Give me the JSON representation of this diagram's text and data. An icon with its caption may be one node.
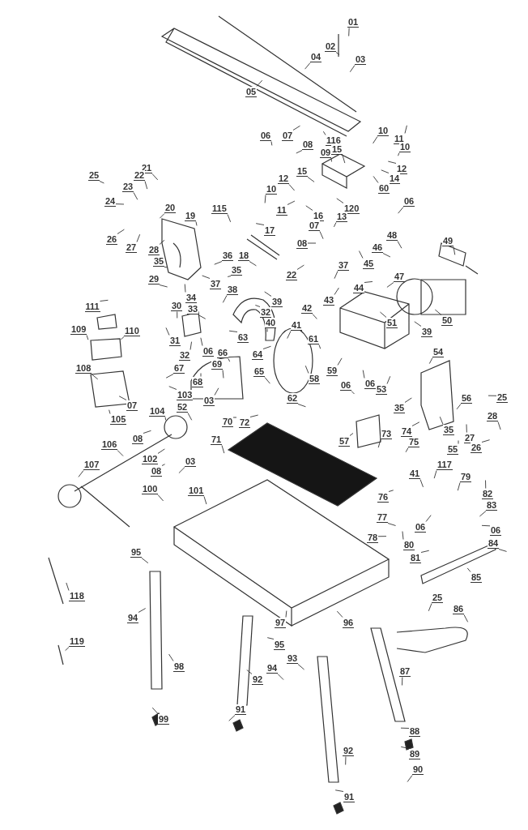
{
  "diagram": {
    "nodes": [
      {
        "text": [
          "01"
        ]
      },
      {
        "text": [
          "02"
        ]
      },
      {
        "text": [
          "04"
        ]
      },
      {
        "text": [
          "03"
        ]
      },
      {
        "text": [
          "05"
        ]
      },
      {
        "text": [
          "06"
        ]
      },
      {
        "text": [
          "07"
        ]
      },
      {
        "text": [
          "08"
        ]
      },
      {
        "text": [
          "116"
        ]
      },
      {
        "text": [
          "10"
        ]
      },
      {
        "text": [
          "11"
        ]
      },
      {
        "text": [
          "09"
        ]
      },
      {
        "text": [
          "15"
        ]
      },
      {
        "text": [
          "10"
        ]
      },
      {
        "text": [
          "12"
        ]
      },
      {
        "text": [
          "15"
        ]
      },
      {
        "text": [
          "12"
        ]
      },
      {
        "text": [
          "14"
        ]
      },
      {
        "text": [
          "10"
        ]
      },
      {
        "text": [
          "60"
        ]
      },
      {
        "text": [
          "06"
        ]
      },
      {
        "text": [
          "11"
        ]
      },
      {
        "text": [
          "120"
        ]
      },
      {
        "text": [
          "13"
        ]
      },
      {
        "text": [
          "16"
        ]
      },
      {
        "text": [
          "07"
        ]
      },
      {
        "text": [
          "08"
        ]
      },
      {
        "text": [
          "21"
        ]
      },
      {
        "text": [
          "22"
        ]
      },
      {
        "text": [
          "23"
        ]
      },
      {
        "text": [
          "25"
        ]
      },
      {
        "text": [
          "24"
        ]
      },
      {
        "text": [
          "20"
        ]
      },
      {
        "text": [
          "19"
        ]
      },
      {
        "text": [
          "115"
        ]
      },
      {
        "text": [
          "17"
        ]
      },
      {
        "text": [
          "26"
        ]
      },
      {
        "text": [
          "27"
        ]
      },
      {
        "text": [
          "28"
        ]
      },
      {
        "text": [
          "18"
        ]
      },
      {
        "text": [
          "36"
        ]
      },
      {
        "text": [
          "35"
        ]
      },
      {
        "text": [
          "35"
        ]
      },
      {
        "text": [
          "22"
        ]
      },
      {
        "text": [
          "37"
        ]
      },
      {
        "text": [
          "45"
        ]
      },
      {
        "text": [
          "46"
        ]
      },
      {
        "text": [
          "48"
        ]
      },
      {
        "text": [
          "49"
        ]
      },
      {
        "text": [
          "29"
        ]
      },
      {
        "text": [
          "37"
        ]
      },
      {
        "text": [
          "44"
        ]
      },
      {
        "text": [
          "47"
        ]
      },
      {
        "text": [
          "43"
        ]
      },
      {
        "text": [
          "38"
        ]
      },
      {
        "text": [
          "34"
        ]
      },
      {
        "text": [
          "30"
        ]
      },
      {
        "text": [
          "33"
        ]
      },
      {
        "text": [
          "39"
        ]
      },
      {
        "text": [
          "32"
        ]
      },
      {
        "text": [
          "42"
        ]
      },
      {
        "text": [
          "111"
        ]
      },
      {
        "text": [
          "40"
        ]
      },
      {
        "text": [
          "41"
        ]
      },
      {
        "text": [
          "51"
        ]
      },
      {
        "text": [
          "50"
        ]
      },
      {
        "text": [
          "109"
        ]
      },
      {
        "text": [
          "110"
        ]
      },
      {
        "text": [
          "61"
        ]
      },
      {
        "text": [
          "39"
        ]
      },
      {
        "text": [
          "31"
        ]
      },
      {
        "text": [
          "32"
        ]
      },
      {
        "text": [
          "06"
        ]
      },
      {
        "text": [
          "63"
        ]
      },
      {
        "text": [
          "64"
        ]
      },
      {
        "text": [
          "66"
        ]
      },
      {
        "text": [
          "54"
        ]
      },
      {
        "text": [
          "69"
        ]
      },
      {
        "text": [
          "108"
        ]
      },
      {
        "text": [
          "67"
        ]
      },
      {
        "text": [
          "58"
        ]
      },
      {
        "text": [
          "59"
        ]
      },
      {
        "text": [
          "68"
        ]
      },
      {
        "text": [
          "65"
        ]
      },
      {
        "text": [
          "06"
        ]
      },
      {
        "text": [
          "53"
        ]
      },
      {
        "text": [
          "06"
        ]
      },
      {
        "text": [
          "103"
        ]
      },
      {
        "text": [
          "62"
        ]
      },
      {
        "text": [
          "25"
        ]
      },
      {
        "text": [
          "03"
        ]
      },
      {
        "text": [
          "07"
        ]
      },
      {
        "text": [
          "35"
        ]
      },
      {
        "text": [
          "56"
        ]
      },
      {
        "text": [
          "104"
        ]
      },
      {
        "text": [
          "52"
        ]
      },
      {
        "text": [
          "28"
        ]
      },
      {
        "text": [
          "105"
        ]
      },
      {
        "text": [
          "70"
        ]
      },
      {
        "text": [
          "72"
        ]
      },
      {
        "text": [
          "35"
        ]
      },
      {
        "text": [
          "27"
        ]
      },
      {
        "text": [
          "08"
        ]
      },
      {
        "text": [
          "71"
        ]
      },
      {
        "text": [
          "57"
        ]
      },
      {
        "text": [
          "73"
        ]
      },
      {
        "text": [
          "74"
        ]
      },
      {
        "text": [
          "75"
        ]
      },
      {
        "text": [
          "106"
        ]
      },
      {
        "text": [
          "55"
        ]
      },
      {
        "text": [
          "26"
        ]
      },
      {
        "text": [
          "102"
        ]
      },
      {
        "text": [
          "03"
        ]
      },
      {
        "text": [
          "107"
        ]
      },
      {
        "text": [
          "08"
        ]
      },
      {
        "text": [
          "117"
        ]
      },
      {
        "text": [
          "41"
        ]
      },
      {
        "text": [
          "79"
        ]
      },
      {
        "text": [
          "100"
        ]
      },
      {
        "text": [
          "101"
        ]
      },
      {
        "text": [
          "82"
        ]
      },
      {
        "text": [
          "76"
        ]
      },
      {
        "text": [
          "83"
        ]
      },
      {
        "text": [
          "77"
        ]
      },
      {
        "text": [
          "06"
        ]
      },
      {
        "text": [
          "06"
        ]
      },
      {
        "text": [
          "78"
        ]
      },
      {
        "text": [
          "80"
        ]
      },
      {
        "text": [
          "84"
        ]
      },
      {
        "text": [
          "95"
        ]
      },
      {
        "text": [
          "81"
        ]
      },
      {
        "text": [
          "85"
        ]
      },
      {
        "text": [
          "118"
        ]
      },
      {
        "text": [
          "25"
        ]
      },
      {
        "text": [
          "86"
        ]
      },
      {
        "text": [
          "94"
        ]
      },
      {
        "text": [
          "97"
        ]
      },
      {
        "text": [
          "96"
        ]
      },
      {
        "text": [
          "95"
        ]
      },
      {
        "text": [
          "119"
        ]
      },
      {
        "text": [
          "93"
        ]
      },
      {
        "text": [
          "94"
        ]
      },
      {
        "text": [
          "98"
        ]
      },
      {
        "text": [
          "92"
        ]
      },
      {
        "text": [
          "87"
        ]
      },
      {
        "text": [
          "99"
        ]
      },
      {
        "text": [
          "91"
        ]
      },
      {
        "text": [
          "88"
        ]
      },
      {
        "text": [
          "89"
        ]
      },
      {
        "text": [
          "90"
        ]
      },
      {
        "text": [
          "92"
        ]
      },
      {
        "text": [
          "91"
        ]
      }
    ],
    "edges": [
      {
        "from": 0,
        "to": null,
        "arrow": "none"
      },
      {
        "from": 1,
        "to": null,
        "arrow": "none"
      },
      {
        "from": 2,
        "to": null,
        "arrow": "none"
      },
      {
        "from": 3,
        "to": null,
        "arrow": "none"
      },
      {
        "from": 4,
        "to": null,
        "arrow": "none"
      },
      {
        "from": 5,
        "to": null,
        "arrow": "none"
      },
      {
        "from": 6,
        "to": null,
        "arrow": "none"
      },
      {
        "from": 7,
        "to": null,
        "arrow": "none"
      },
      {
        "from": 8,
        "to": null,
        "arrow": "none"
      },
      {
        "from": 9,
        "to": null,
        "arrow": "none"
      },
      {
        "from": 10,
        "to": null,
        "arrow": "none"
      },
      {
        "from": 11,
        "to": null,
        "arrow": "none"
      },
      {
        "from": 12,
        "to": null,
        "arrow": "none"
      },
      {
        "from": 13,
        "to": null,
        "arrow": "none"
      },
      {
        "from": 14,
        "to": null,
        "arrow": "none"
      },
      {
        "from": 15,
        "to": null,
        "arrow": "none"
      },
      {
        "from": 16,
        "to": null,
        "arrow": "none"
      },
      {
        "from": 17,
        "to": null,
        "arrow": "none"
      },
      {
        "from": 18,
        "to": null,
        "arrow": "none"
      },
      {
        "from": 19,
        "to": null,
        "arrow": "none"
      },
      {
        "from": 20,
        "to": null,
        "arrow": "none"
      },
      {
        "from": 21,
        "to": null,
        "arrow": "none"
      },
      {
        "from": 22,
        "to": null,
        "arrow": "none"
      },
      {
        "from": 23,
        "to": null,
        "arrow": "none"
      },
      {
        "from": 24,
        "to": null,
        "arrow": "none"
      },
      {
        "from": 25,
        "to": null,
        "arrow": "none"
      },
      {
        "from": 26,
        "to": null,
        "arrow": "none"
      },
      {
        "from": 27,
        "to": null,
        "arrow": "none"
      },
      {
        "from": 28,
        "to": null,
        "arrow": "none"
      },
      {
        "from": 29,
        "to": null,
        "arrow": "none"
      },
      {
        "from": 30,
        "to": null,
        "arrow": "none"
      },
      {
        "from": 31,
        "to": null,
        "arrow": "none"
      },
      {
        "from": 32,
        "to": null,
        "arrow": "none"
      },
      {
        "from": 33,
        "to": null,
        "arrow": "none"
      },
      {
        "from": 34,
        "to": null,
        "arrow": "none"
      },
      {
        "from": 35,
        "to": null,
        "arrow": "none"
      },
      {
        "from": 36,
        "to": null,
        "arrow": "none"
      },
      {
        "from": 37,
        "to": null,
        "arrow": "none"
      },
      {
        "from": 38,
        "to": null,
        "arrow": "none"
      },
      {
        "from": 39,
        "to": null,
        "arrow": "none"
      },
      {
        "from": 40,
        "to": null,
        "arrow": "none"
      },
      {
        "from": 41,
        "to": null,
        "arrow": "none"
      },
      {
        "from": 42,
        "to": null,
        "arrow": "none"
      },
      {
        "from": 43,
        "to": null,
        "arrow": "none"
      },
      {
        "from": 44,
        "to": null,
        "arrow": "none"
      },
      {
        "from": 45,
        "to": null,
        "arrow": "none"
      },
      {
        "from": 46,
        "to": null,
        "arrow": "none"
      },
      {
        "from": 47,
        "to": null,
        "arrow": "none"
      },
      {
        "from": 48,
        "to": null,
        "arrow": "none"
      },
      {
        "from": 49,
        "to": null,
        "arrow": "none"
      },
      {
        "from": 50,
        "to": null,
        "arrow": "none"
      },
      {
        "from": 51,
        "to": null,
        "arrow": "none"
      },
      {
        "from": 52,
        "to": null,
        "arrow": "none"
      },
      {
        "from": 53,
        "to": null,
        "arrow": "none"
      },
      {
        "from": 54,
        "to": null,
        "arrow": "none"
      },
      {
        "from": 55,
        "to": null,
        "arrow": "none"
      },
      {
        "from": 56,
        "to": null,
        "arrow": "none"
      },
      {
        "from": 57,
        "to": null,
        "arrow": "none"
      },
      {
        "from": 58,
        "to": null,
        "arrow": "none"
      },
      {
        "from": 59,
        "to": null,
        "arrow": "none"
      },
      {
        "from": 60,
        "to": null,
        "arrow": "none"
      },
      {
        "from": 61,
        "to": null,
        "arrow": "none"
      },
      {
        "from": 62,
        "to": null,
        "arrow": "none"
      },
      {
        "from": 63,
        "to": null,
        "arrow": "none"
      },
      {
        "from": 64,
        "to": null,
        "arrow": "none"
      },
      {
        "from": 65,
        "to": null,
        "arrow": "none"
      },
      {
        "from": 66,
        "to": null,
        "arrow": "none"
      },
      {
        "from": 67,
        "to": null,
        "arrow": "none"
      },
      {
        "from": 68,
        "to": null,
        "arrow": "none"
      },
      {
        "from": 69,
        "to": null,
        "arrow": "none"
      },
      {
        "from": 70,
        "to": null,
        "arrow": "none"
      },
      {
        "from": 71,
        "to": null,
        "arrow": "none"
      },
      {
        "from": 72,
        "to": null,
        "arrow": "none"
      },
      {
        "from": 73,
        "to": null,
        "arrow": "none"
      },
      {
        "from": 74,
        "to": null,
        "arrow": "none"
      },
      {
        "from": 75,
        "to": null,
        "arrow": "none"
      },
      {
        "from": 76,
        "to": null,
        "arrow": "none"
      },
      {
        "from": 77,
        "to": null,
        "arrow": "none"
      },
      {
        "from": 78,
        "to": null,
        "arrow": "none"
      },
      {
        "from": 79,
        "to": null,
        "arrow": "none"
      },
      {
        "from": 80,
        "to": null,
        "arrow": "none"
      },
      {
        "from": 81,
        "to": null,
        "arrow": "none"
      },
      {
        "from": 82,
        "to": null,
        "arrow": "none"
      },
      {
        "from": 83,
        "to": null,
        "arrow": "none"
      },
      {
        "from": 84,
        "to": null,
        "arrow": "none"
      },
      {
        "from": 85,
        "to": null,
        "arrow": "none"
      },
      {
        "from": 86,
        "to": null,
        "arrow": "none"
      },
      {
        "from": 87,
        "to": null,
        "arrow": "none"
      },
      {
        "from": 88,
        "to": null,
        "arrow": "none"
      },
      {
        "from": 89,
        "to": null,
        "arrow": "none"
      },
      {
        "from": 90,
        "to": null,
        "arrow": "none"
      },
      {
        "from": 91,
        "to": null,
        "arrow": "none"
      },
      {
        "from": 92,
        "to": null,
        "arrow": "none"
      },
      {
        "from": 93,
        "to": null,
        "arrow": "none"
      },
      {
        "from": 94,
        "to": null,
        "arrow": "none"
      },
      {
        "from": 95,
        "to": null,
        "arrow": "none"
      },
      {
        "from": 96,
        "to": null,
        "arrow": "none"
      },
      {
        "from": 97,
        "to": null,
        "arrow": "none"
      },
      {
        "from": 98,
        "to": null,
        "arrow": "none"
      },
      {
        "from": 99,
        "to": null,
        "arrow": "none"
      },
      {
        "from": 100,
        "to": null,
        "arrow": "none"
      },
      {
        "from": 101,
        "to": null,
        "arrow": "none"
      },
      {
        "from": 102,
        "to": null,
        "arrow": "none"
      },
      {
        "from": 103,
        "to": null,
        "arrow": "none"
      },
      {
        "from": 104,
        "to": null,
        "arrow": "none"
      },
      {
        "from": 105,
        "to": null,
        "arrow": "none"
      },
      {
        "from": 106,
        "to": null,
        "arrow": "none"
      },
      {
        "from": 107,
        "to": null,
        "arrow": "none"
      },
      {
        "from": 108,
        "to": null,
        "arrow": "none"
      },
      {
        "from": 109,
        "to": null,
        "arrow": "none"
      },
      {
        "from": 110,
        "to": null,
        "arrow": "none"
      },
      {
        "from": 111,
        "to": null,
        "arrow": "none"
      },
      {
        "from": 112,
        "to": null,
        "arrow": "none"
      },
      {
        "from": 113,
        "to": null,
        "arrow": "none"
      },
      {
        "from": 114,
        "to": null,
        "arrow": "none"
      },
      {
        "from": 115,
        "to": null,
        "arrow": "none"
      },
      {
        "from": 116,
        "to": null,
        "arrow": "none"
      },
      {
        "from": 117,
        "to": null,
        "arrow": "none"
      },
      {
        "from": 118,
        "to": null,
        "arrow": "none"
      },
      {
        "from": 119,
        "to": null,
        "arrow": "none"
      },
      {
        "from": 120,
        "to": null,
        "arrow": "none"
      },
      {
        "from": 121,
        "to": null,
        "arrow": "none"
      },
      {
        "from": 122,
        "to": null,
        "arrow": "none"
      },
      {
        "from": 123,
        "to": null,
        "arrow": "none"
      },
      {
        "from": 124,
        "to": null,
        "arrow": "none"
      },
      {
        "from": 125,
        "to": null,
        "arrow": "none"
      },
      {
        "from": 126,
        "to": null,
        "arrow": "none"
      },
      {
        "from": 127,
        "to": null,
        "arrow": "none"
      },
      {
        "from": 128,
        "to": null,
        "arrow": "none"
      },
      {
        "from": 129,
        "to": null,
        "arrow": "none"
      },
      {
        "from": 130,
        "to": null,
        "arrow": "none"
      },
      {
        "from": 131,
        "to": null,
        "arrow": "none"
      },
      {
        "from": 132,
        "to": null,
        "arrow": "none"
      },
      {
        "from": 133,
        "to": null,
        "arrow": "none"
      },
      {
        "from": 134,
        "to": null,
        "arrow": "none"
      },
      {
        "from": 135,
        "to": null,
        "arrow": "none"
      },
      {
        "from": 136,
        "to": null,
        "arrow": "none"
      },
      {
        "from": 137,
        "to": null,
        "arrow": "none"
      },
      {
        "from": 138,
        "to": null,
        "arrow": "none"
      },
      {
        "from": 139,
        "to": null,
        "arrow": "none"
      },
      {
        "from": 140,
        "to": null,
        "arrow": "none"
      },
      {
        "from": 141,
        "to": null,
        "arrow": "none"
      },
      {
        "from": 142,
        "to": null,
        "arrow": "none"
      },
      {
        "from": 143,
        "to": null,
        "arrow": "none"
      },
      {
        "from": 144,
        "to": null,
        "arrow": "none"
      },
      {
        "from": 145,
        "to": null,
        "arrow": "none"
      },
      {
        "from": 146,
        "to": null,
        "arrow": "none"
      },
      {
        "from": 147,
        "to": null,
        "arrow": "none"
      },
      {
        "from": 148,
        "to": null,
        "arrow": "none"
      },
      {
        "from": 149,
        "to": null,
        "arrow": "none"
      },
      {
        "from": 150,
        "to": null,
        "arrow": "none"
      },
      {
        "from": 151,
        "to": null,
        "arrow": "none"
      }
    ]
  }
}
